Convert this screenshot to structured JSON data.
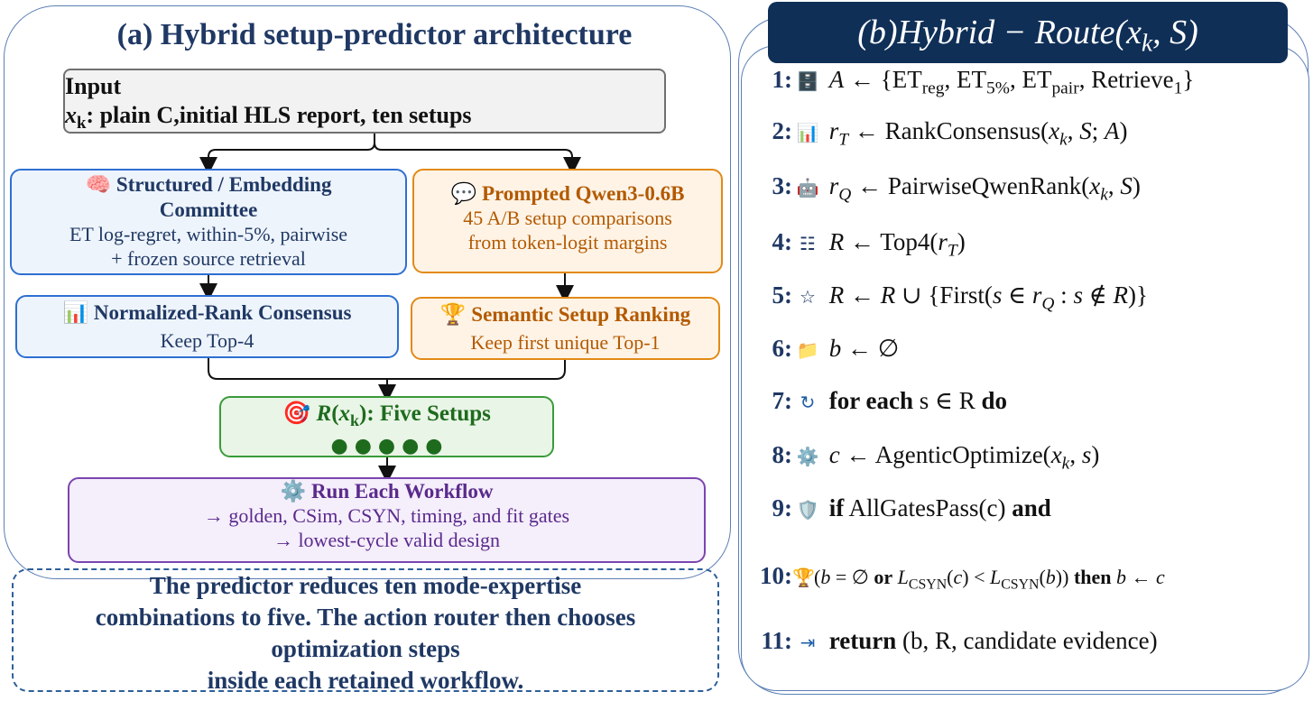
{
  "left": {
    "title": "(a) Hybrid setup-predictor architecture",
    "input": {
      "heading": "Input",
      "var": "x",
      "var_sub": "k",
      "rest": ": plain C,initial HLS report, ten setups"
    },
    "committee": {
      "icon": "🧠",
      "line1": "Structured / Embedding",
      "line2": "Committee",
      "line3": "ET log-regret, within-5%, pairwise",
      "line4": "+ frozen source retrieval"
    },
    "qwen": {
      "icon": "💬",
      "title": "Prompted Qwen3-0.6B",
      "line1": "45 A/B setup comparisons",
      "line2": "from token-logit margins"
    },
    "consensus": {
      "icon": "📊",
      "title": "Normalized-Rank Consensus",
      "sub": "Keep Top-4"
    },
    "semantic": {
      "icon": "🏆",
      "title": "Semantic Setup Ranking",
      "sub": "Keep first unique Top-1"
    },
    "five": {
      "icon": "🎯",
      "r": "R",
      "open": "(",
      "var": "x",
      "var_sub": "k",
      "close": "): Five Setups",
      "dots": "● ● ● ● ●"
    },
    "run": {
      "icon": "⚙️",
      "title": "Run Each Workflow",
      "line1": "→ golden, CSim, CSYN, timing, and fit gates",
      "line2": "→ lowest-cycle valid design"
    },
    "caption": {
      "line1": "The predictor reduces ten mode-expertise",
      "line2": "combinations to five. The action router then chooses",
      "line3": "optimization steps",
      "line4": "inside each retained workflow."
    }
  },
  "right": {
    "title": "(b)Hybrid − Route(x",
    "title_sub": "k",
    "title_end": ", S)",
    "steps": [
      {
        "num": "1:",
        "icon": "🗄️",
        "text": "A ← {ET_reg, ET_5%, ET_pair, Retrieve_1}"
      },
      {
        "num": "2:",
        "icon": "📊",
        "text": "r_T ← RankConsensus(x_k, S; A)"
      },
      {
        "num": "3:",
        "icon": "🤖",
        "text": "r_Q ← PairwiseQwenRank(x_k, S)"
      },
      {
        "num": "4:",
        "icon": "☷",
        "text": "R ← Top4(r_T)"
      },
      {
        "num": "5:",
        "icon": "☆",
        "text": "R ← R ∪ {First(s ∈ r_Q : s ∉ R)}"
      },
      {
        "num": "6:",
        "icon": "📁",
        "text": "b ← ∅"
      },
      {
        "num": "7:",
        "icon": "↻",
        "kw1": "for each",
        "mid": " s ∈ R ",
        "kw2": "do"
      },
      {
        "num": "8:",
        "icon": "⚙️",
        "text": "c ← AgenticOptimize(x_k, s)"
      },
      {
        "num": "9:",
        "icon": "🛡️",
        "kw1": "if",
        "mid": " AllGatesPass(c) ",
        "kw2": "and"
      },
      {
        "num": "10:",
        "icon": "🏆",
        "text": "(b = ∅ or L_CSYN(c) < L_CSYN(b)) then b ← c"
      },
      {
        "num": "11:",
        "icon": "⇥",
        "kw1": "return",
        "mid": " (b, R, candidate evidence)"
      }
    ]
  }
}
